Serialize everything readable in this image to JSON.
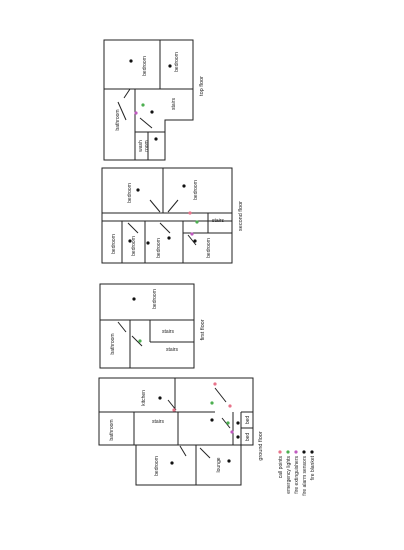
{
  "colors": {
    "call_points": "#e8738a",
    "emergency_lights": "#4caf50",
    "fire_extinguishers": "#c05ac0",
    "fire_alarm_sensors": "#111111",
    "fire_blanket": "#111111",
    "wall": "#222222"
  },
  "floors": {
    "top": {
      "title": "top floor",
      "rooms": {
        "bedroom_a": "bedroom",
        "bedroom_b": "bedroom",
        "bathroom": "bathroom",
        "stairs": "stairs",
        "wash_room_1": "wash",
        "wash_room_2": "room"
      }
    },
    "second": {
      "title": "second floor",
      "rooms": {
        "bedroom_a": "bedroom",
        "bedroom_b": "bedroom",
        "bedroom_c": "bedroom",
        "bedroom_d": "bedroom",
        "bedroom_e": "bedroom",
        "stairs": "stairs"
      }
    },
    "first": {
      "title": "first floor",
      "rooms": {
        "bedroom": "bedroom",
        "bathroom": "bathroom",
        "stairs_a": "stairs",
        "stairs_b": "stairs"
      }
    },
    "ground": {
      "title": "ground floor",
      "rooms": {
        "kitchen": "kitchen",
        "bathroom": "bathroom",
        "stairs": "stairs",
        "bedroom": "bedroom",
        "lounge": "lounge",
        "bed_a": "bed",
        "bed_b": "bed"
      }
    }
  },
  "legend": [
    {
      "label": "call points",
      "color": "#e8738a"
    },
    {
      "label": "emergency lights",
      "color": "#4caf50"
    },
    {
      "label": "fire extinguishers",
      "color": "#c05ac0"
    },
    {
      "label": "fire alarm sensors",
      "color": "#111111"
    },
    {
      "label": "fire blanket",
      "color": "#111111"
    }
  ]
}
